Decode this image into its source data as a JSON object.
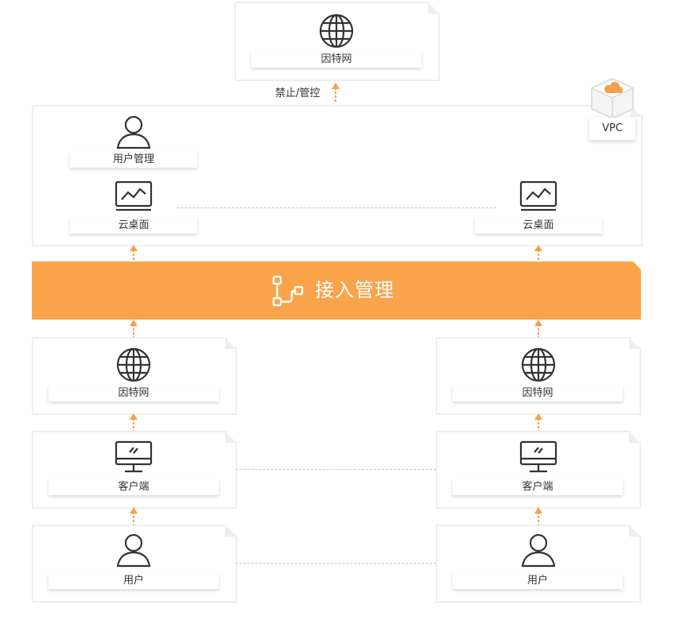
{
  "colors": {
    "accent": "#f9a44b",
    "arrow": "#f6a04f",
    "icon_stroke": "#333333"
  },
  "internet_top": {
    "label": "因特网",
    "icon": "globe-icon"
  },
  "control": {
    "label": "禁止/管控"
  },
  "vpc": {
    "label": "VPC",
    "icon": "cloud-cube-icon",
    "user_mgmt": {
      "label": "用户管理",
      "icon": "user-icon"
    },
    "desktop_left": {
      "label": "云桌面",
      "icon": "cloud-desktop-icon"
    },
    "desktop_right": {
      "label": "云桌面",
      "icon": "cloud-desktop-icon"
    }
  },
  "access": {
    "label": "接入管理",
    "icon": "access-flow-icon"
  },
  "left_column": {
    "internet": {
      "label": "因特网",
      "icon": "globe-icon"
    },
    "client": {
      "label": "客户端",
      "icon": "monitor-icon"
    },
    "user": {
      "label": "用户",
      "icon": "user-icon"
    }
  },
  "right_column": {
    "internet": {
      "label": "因特网",
      "icon": "globe-icon"
    },
    "client": {
      "label": "客户端",
      "icon": "monitor-icon"
    },
    "user": {
      "label": "用户",
      "icon": "user-icon"
    }
  }
}
